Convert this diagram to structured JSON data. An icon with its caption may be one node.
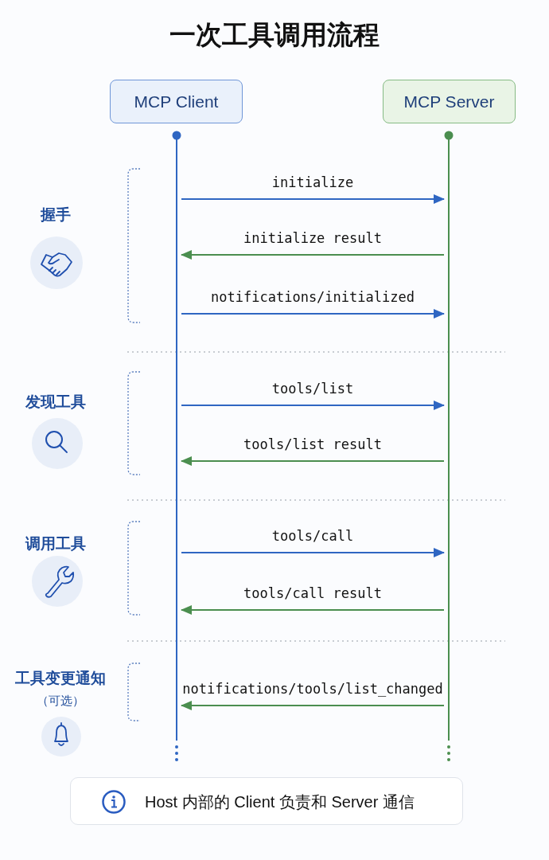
{
  "diagram": {
    "title": "一次工具调用流程",
    "nodes": [
      {
        "text": [
          "MCP Client"
        ]
      },
      {
        "text": [
          "MCP Server"
        ]
      },
      {
        "text": [],
        "shape": "bar"
      },
      {
        "text": [],
        "shape": "bar"
      },
      {
        "text": [
          "Host 内部的 Client 负责和 Server 通信"
        ]
      }
    ],
    "edges": [
      {
        "from": 2,
        "to": 3,
        "arrow": "to",
        "label": "initialize",
        "color": "#2f66c2"
      },
      {
        "from": 3,
        "to": 2,
        "arrow": "to",
        "label": "initialize result",
        "color": "#4b8e4f"
      },
      {
        "from": 2,
        "to": 3,
        "arrow": "to",
        "label": "notifications/initialized",
        "color": "#2f66c2"
      },
      {
        "from": 2,
        "to": 3,
        "arrow": "to",
        "label": "tools/list",
        "color": "#2f66c2"
      },
      {
        "from": 3,
        "to": 2,
        "arrow": "to",
        "label": "tools/list result",
        "color": "#4b8e4f"
      },
      {
        "from": 2,
        "to": 3,
        "arrow": "to",
        "label": "tools/call",
        "color": "#2f66c2"
      },
      {
        "from": 3,
        "to": 2,
        "arrow": "to",
        "label": "tools/call result",
        "color": "#4b8e4f"
      },
      {
        "from": 3,
        "to": 2,
        "arrow": "to",
        "label": "notifications/tools/list_changed",
        "color": "#4b8e4f"
      }
    ],
    "labels": [
      "握手",
      "发现工具",
      "调用工具",
      "工具变更通知",
      "（可选）"
    ]
  }
}
